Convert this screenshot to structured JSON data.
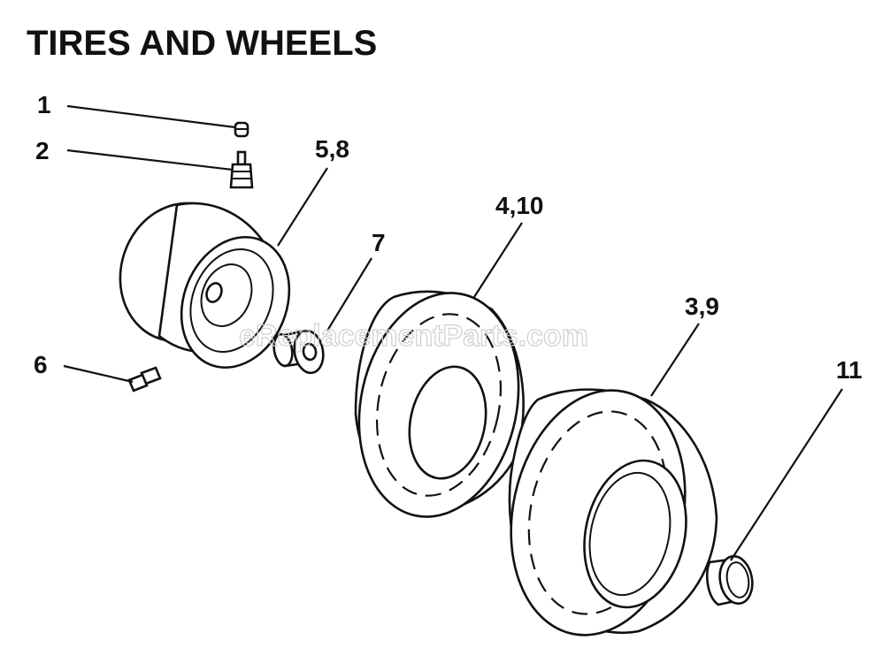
{
  "title": "TIRES AND WHEELS",
  "watermark": "eReplacementParts.com",
  "callouts": {
    "c1": "1",
    "c2": "2",
    "c3": "3,9",
    "c4": "4,10",
    "c5": "5,8",
    "c6": "6",
    "c7": "7",
    "c11": "11"
  },
  "colors": {
    "ink": "#111111",
    "background": "#ffffff",
    "watermark": "#cfcfcf"
  }
}
